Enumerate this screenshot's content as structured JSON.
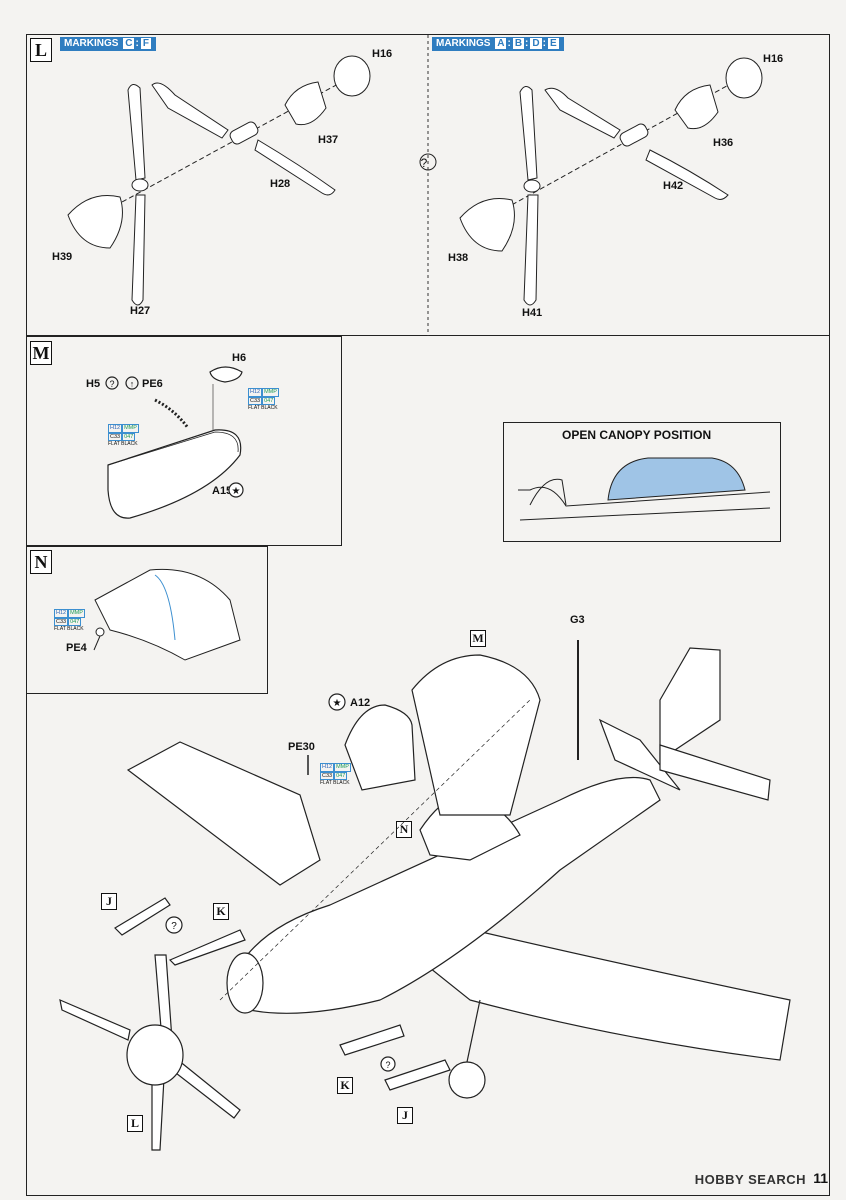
{
  "step_l": {
    "letter": "L",
    "left_markings_label": "MARKINGS",
    "left_markings": [
      "C",
      "F"
    ],
    "right_markings_label": "MARKINGS",
    "right_markings": [
      "A",
      "B",
      "D",
      "E"
    ],
    "left_parts": {
      "h16": "H16",
      "h37": "H37",
      "h28": "H28",
      "h39": "H39",
      "h27": "H27"
    },
    "right_parts": {
      "h16": "H16",
      "h36": "H36",
      "h42": "H42",
      "h38": "H38",
      "h41": "H41"
    },
    "optional_symbol": "?"
  },
  "step_m": {
    "letter": "M",
    "h6": "H6",
    "h5": "H5",
    "pe6": "PE6",
    "a15": "A15",
    "paint_a": {
      "h": "H12",
      "mmp": "MMP",
      "c": "C33",
      "n": "047",
      "label": "FLAT BLACK"
    },
    "paint_b": {
      "h": "H12",
      "mmp": "MMP",
      "c": "C33",
      "n": "047",
      "label": "FLAT BLACK"
    }
  },
  "open_canopy": {
    "title": "OPEN CANOPY POSITION"
  },
  "step_n": {
    "letter": "N",
    "pe4": "PE4",
    "paint": {
      "h": "H12",
      "mmp": "MMP",
      "c": "C33",
      "n": "047",
      "label": "FLAT BLACK"
    }
  },
  "main": {
    "m": "M",
    "g3": "G3",
    "a12": "A12",
    "pe30": "PE30",
    "n": "N",
    "j_top": "J",
    "k_top": "K",
    "k_bottom": "K",
    "j_bottom": "J",
    "l_bottom": "L",
    "paint": {
      "h": "H12",
      "mmp": "MMP",
      "c": "C33",
      "n": "047",
      "label": "FLAT BLACK"
    }
  },
  "footer": {
    "watermark": "HOBBY SEARCH",
    "page": "11"
  }
}
